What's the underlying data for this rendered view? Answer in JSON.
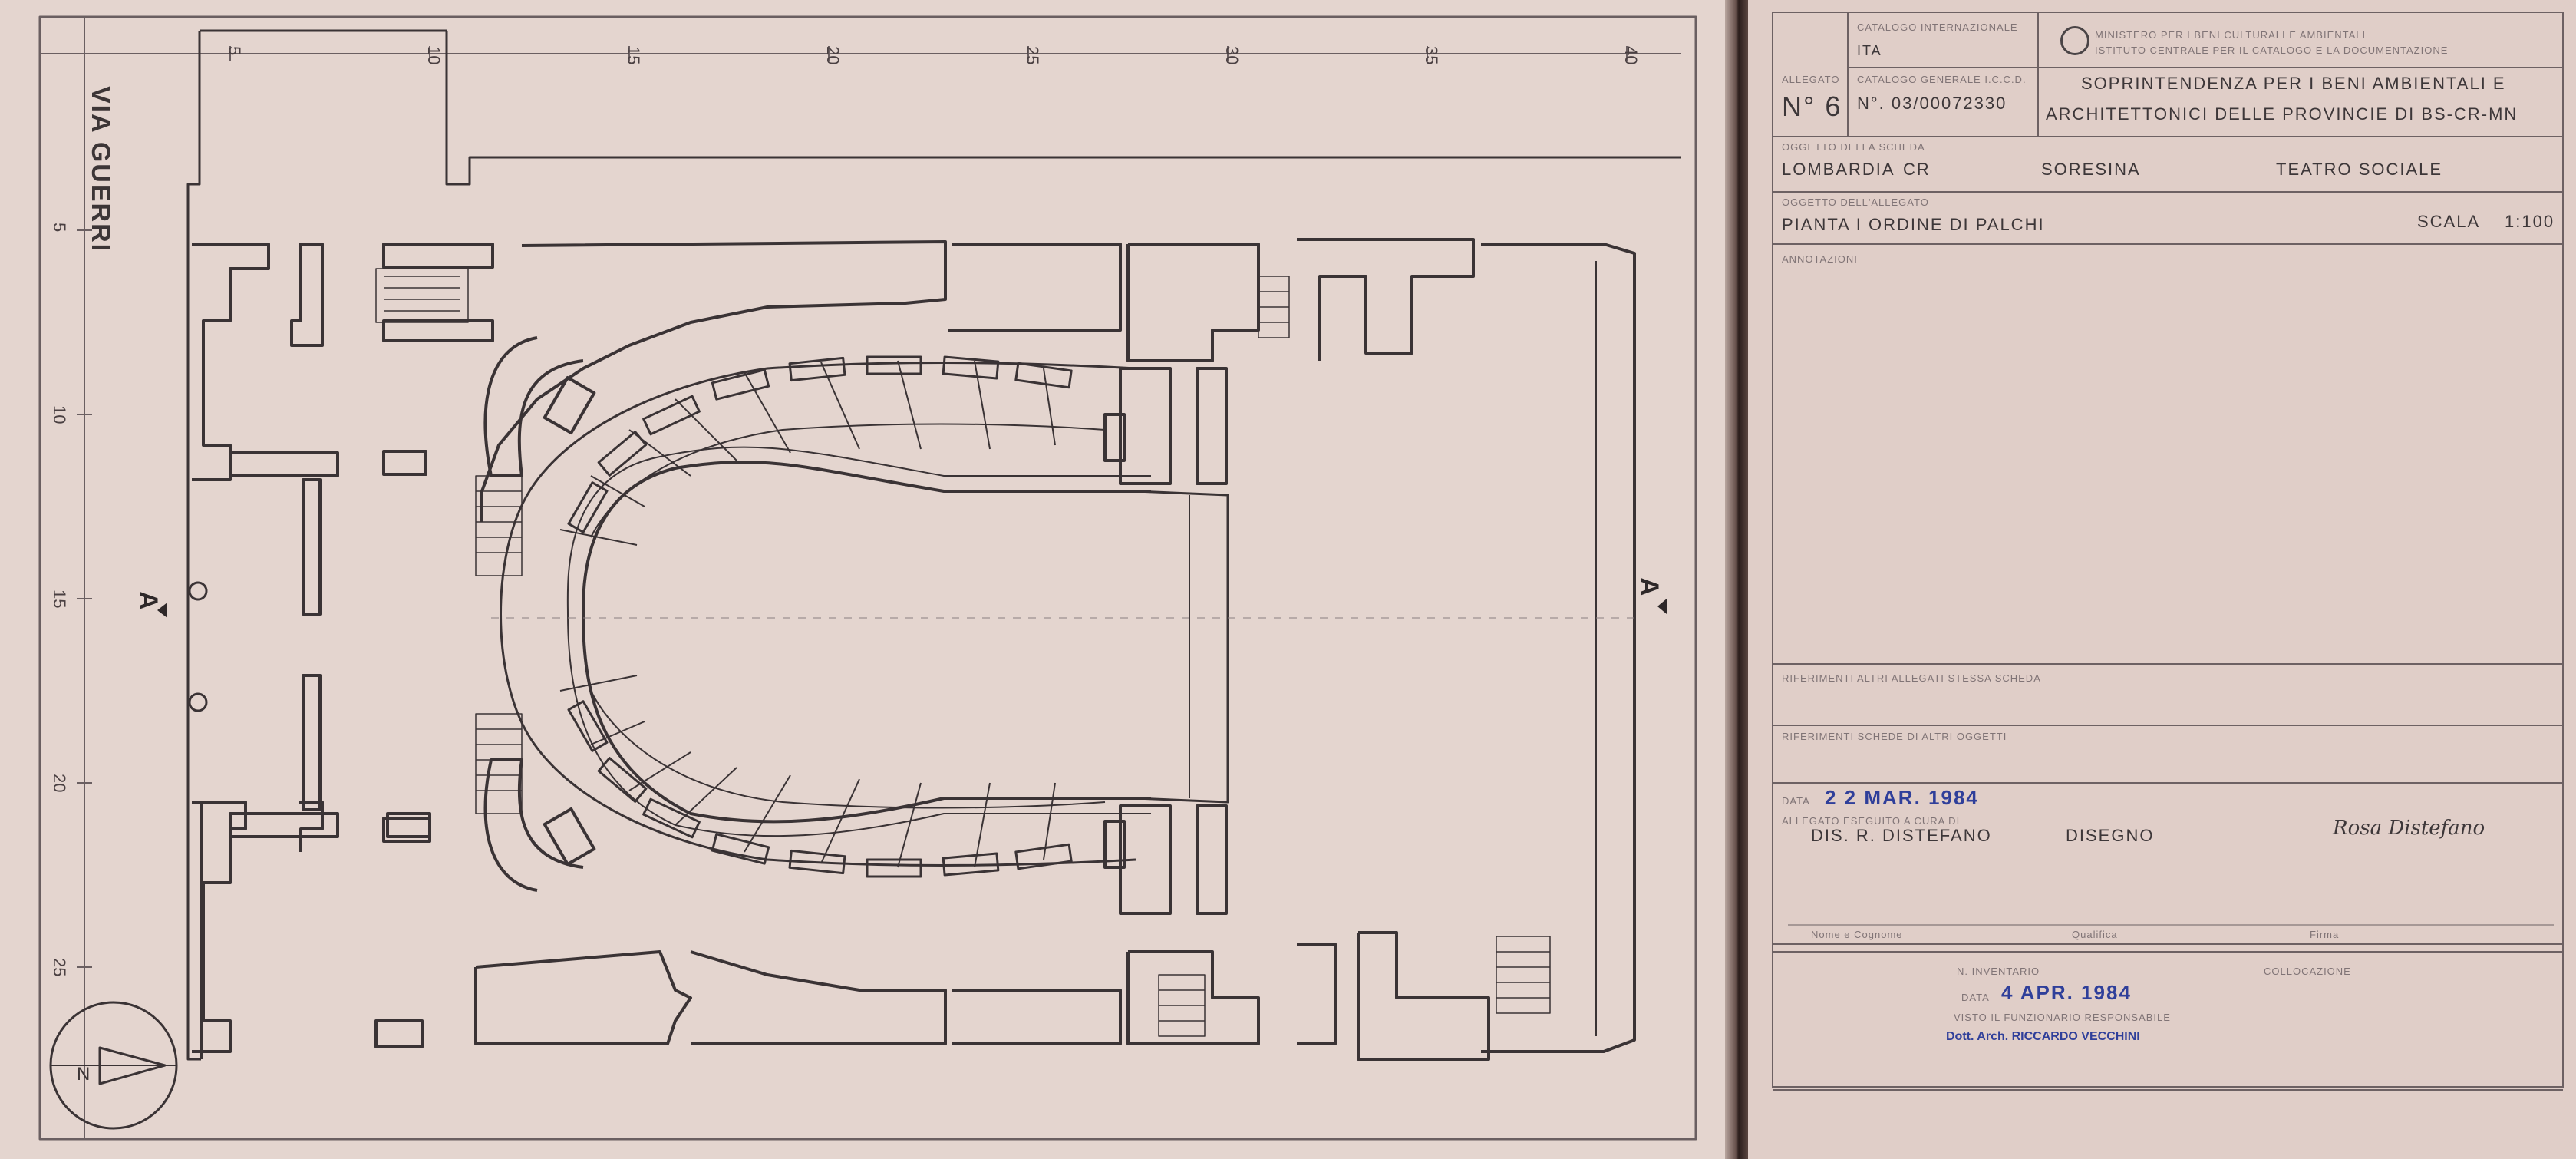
{
  "drawing": {
    "street_name": "VIA GUERRI",
    "top_ticks": [
      "5",
      "10",
      "15",
      "20",
      "25",
      "30",
      "35",
      "40"
    ],
    "left_ticks": [
      "5",
      "10",
      "15",
      "20",
      "25"
    ],
    "section_marker": "A",
    "north_label": "N"
  },
  "title_block": {
    "catalog_international_label": "CATALOGO INTERNAZIONALE",
    "catalog_international_value": "ITA",
    "catalog_general_label": "CATALOGO GENERALE I.C.C.D.",
    "catalog_general_value": "N°. 03/00072330",
    "allegato_label": "ALLEGATO",
    "allegato_value": "N° 6",
    "ministry_line1": "MINISTERO PER I BENI CULTURALI E AMBIENTALI",
    "ministry_line2": "ISTITUTO CENTRALE PER IL CATALOGO E LA DOCUMENTAZIONE",
    "soprintendenza_line1": "SOPRINTENDENZA PER I BENI AMBIENTALI E",
    "soprintendenza_line2": "ARCHITETTONICI DELLE PROVINCIE DI BS-CR-MN",
    "subject_label": "OGGETTO DELLA SCHEDA",
    "subject_region": "LOMBARDIA",
    "subject_province": "CR",
    "subject_town": "SORESINA",
    "subject_building": "TEATRO SOCIALE",
    "drawing_subject_label": "OGGETTO DELL'ALLEGATO",
    "drawing_title": "PIANTA I ORDINE DI PALCHI",
    "scale_label": "SCALA",
    "scale_value": "1:100",
    "notes_label": "ANNOTAZIONI",
    "ref_label1": "RIFERIMENTI ALTRI ALLEGATI STESSA SCHEDA",
    "ref_label2": "RIFERIMENTI SCHEDE DI ALTRI OGGETTI",
    "date_label": "DATA",
    "date_value": "2 2 MAR. 1984",
    "author_label": "ALLEGATO ESEGUITO A CURA DI",
    "author_value": "DIS. R. DISTEFANO",
    "type_value": "DISEGNO",
    "signature": "Rosa Distefano",
    "sig_caption1": "Nome e Cognome",
    "sig_caption2": "Qualifica",
    "sig_caption3": "Firma",
    "inventory_label": "N. INVENTARIO",
    "location_label": "COLLOCAZIONE",
    "data2_label": "DATA",
    "data2_value": "4 APR. 1984",
    "official_label": "VISTO IL FUNZIONARIO RESPONSABILE",
    "official_name": "Dott. Arch. RICCARDO VECCHINI"
  }
}
